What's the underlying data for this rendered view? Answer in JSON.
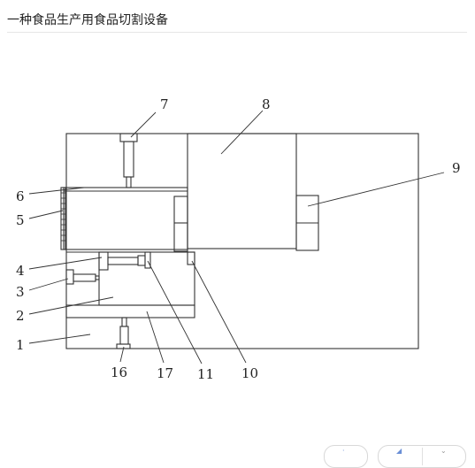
{
  "header": {
    "title": "一种食品生产用食品切割设备"
  },
  "figure": {
    "labels": {
      "n1": "1",
      "n2": "2",
      "n3": "3",
      "n4": "4",
      "n5": "5",
      "n6": "6",
      "n7": "7",
      "n8": "8",
      "n9": "9",
      "n10": "10",
      "n11": "11",
      "n16": "16",
      "n17": "17"
    }
  },
  "controls": {
    "zoom_icon": "zoom-icon",
    "share_icon": "share-icon",
    "more_icon": "chevron-down-icon"
  }
}
